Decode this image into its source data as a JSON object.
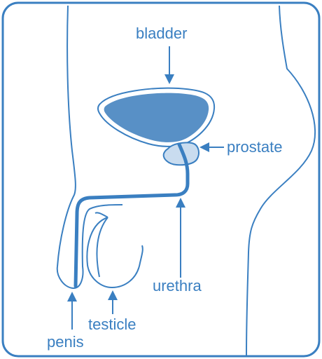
{
  "colors": {
    "outline": "#3a7fc1",
    "organ_fill": "#5890c6",
    "prostate_fill": "#c9dcef",
    "label_text": "#3a7fc1",
    "background": "#ffffff"
  },
  "labels": {
    "bladder": "bladder",
    "prostate": "prostate",
    "urethra": "urethra",
    "testicle": "testicle",
    "penis": "penis"
  }
}
